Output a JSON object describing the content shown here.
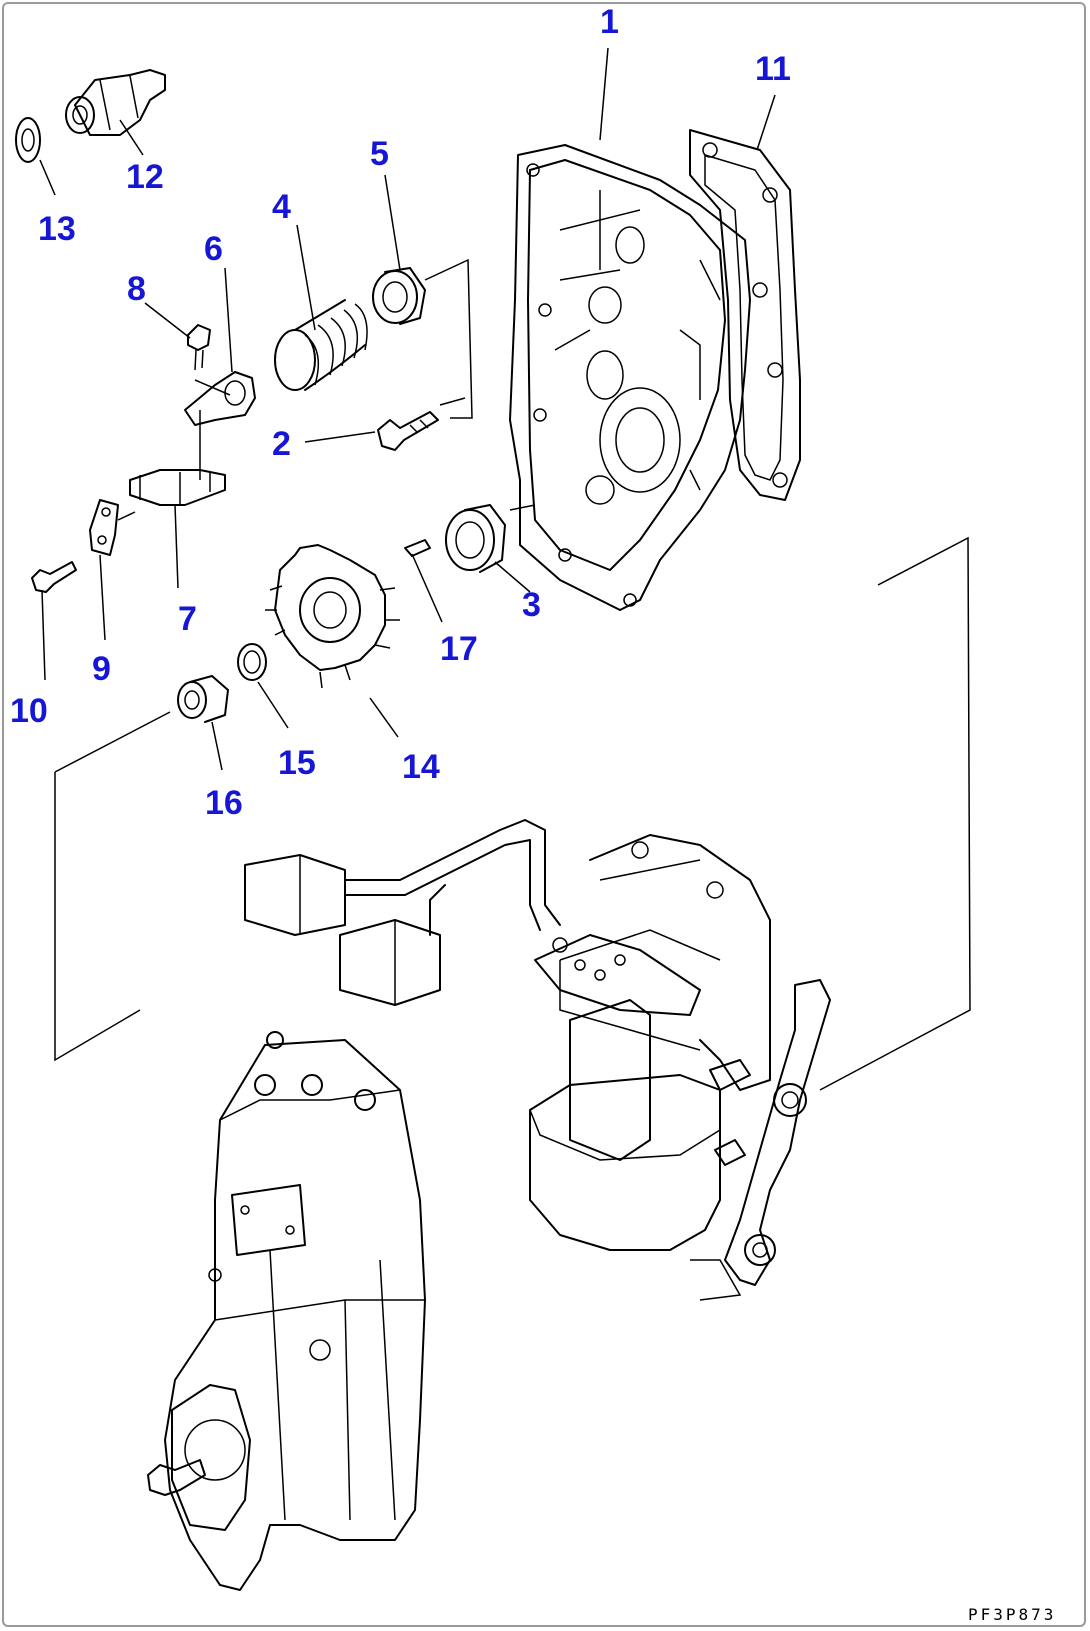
{
  "callouts": [
    {
      "id": "c1",
      "label": "1"
    },
    {
      "id": "c2",
      "label": "2"
    },
    {
      "id": "c3",
      "label": "3"
    },
    {
      "id": "c4",
      "label": "4"
    },
    {
      "id": "c5",
      "label": "5"
    },
    {
      "id": "c6",
      "label": "6"
    },
    {
      "id": "c7",
      "label": "7"
    },
    {
      "id": "c8",
      "label": "8"
    },
    {
      "id": "c9",
      "label": "9"
    },
    {
      "id": "c10",
      "label": "10"
    },
    {
      "id": "c11",
      "label": "11"
    },
    {
      "id": "c12",
      "label": "12"
    },
    {
      "id": "c13",
      "label": "13"
    },
    {
      "id": "c14",
      "label": "14"
    },
    {
      "id": "c15",
      "label": "15"
    },
    {
      "id": "c16",
      "label": "16"
    },
    {
      "id": "c17",
      "label": "17"
    }
  ],
  "drawing_code": "PF3P873",
  "colors": {
    "callout": "#1616d6",
    "line": "#000000",
    "frame": "#9a9a9a"
  }
}
